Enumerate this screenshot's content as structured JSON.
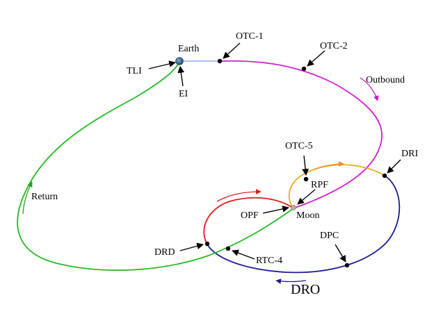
{
  "colors": {
    "outbound": "#d020d0",
    "return": "#22bb22",
    "dro": "#1a1a99",
    "departure": "#f5a623",
    "arrival": "#e01a1a",
    "approach": "#9fb4ff",
    "annotation": "#000000"
  },
  "icons": {
    "earth": "earth-icon",
    "moon": "moon-icon"
  },
  "labels": {
    "earth": "Earth",
    "tli": "TLI",
    "ei": "EI",
    "otc1": "OTC-1",
    "otc2": "OTC-2",
    "outbound": "Outbound",
    "otc5": "OTC-5",
    "dri": "DRI",
    "rpf": "RPF",
    "opf": "OPF",
    "moon": "Moon",
    "drd": "DRD",
    "rtc4": "RTC-4",
    "dpc": "DPC",
    "dro": "DRO",
    "return": "Return"
  }
}
